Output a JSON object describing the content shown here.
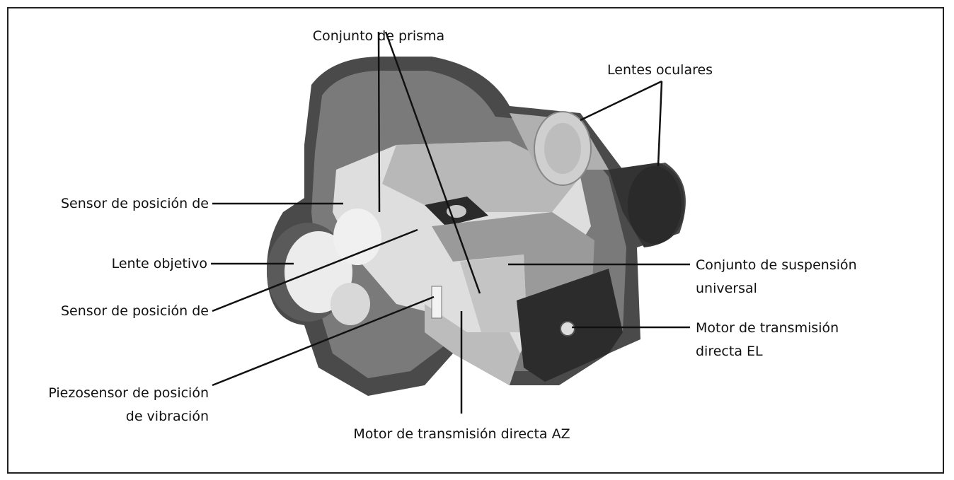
{
  "colors": {
    "body_dark": "#4a4a4a",
    "body_mid": "#7a7a7a",
    "body_light": "#b8b8b8",
    "interior": "#dedede",
    "highlight": "#f4f4f4",
    "line": "#111111",
    "frame": "#222222"
  },
  "labels": {
    "prism": "Conjunto de prisma",
    "eyepieces": "Lentes oculares",
    "pos_sensor_top": "Sensor de posición de",
    "objective": "Lente objetivo",
    "pos_sensor_mid": "Sensor de posición de",
    "piezo_line1": "Piezosensor de posición",
    "piezo_line2": "de vibración",
    "az_motor": "Motor de transmisión directa AZ",
    "gimbal_line1": "Conjunto de suspensión",
    "gimbal_line2": "universal",
    "el_motor_line1": "Motor de transmisión",
    "el_motor_line2": "directa EL"
  }
}
